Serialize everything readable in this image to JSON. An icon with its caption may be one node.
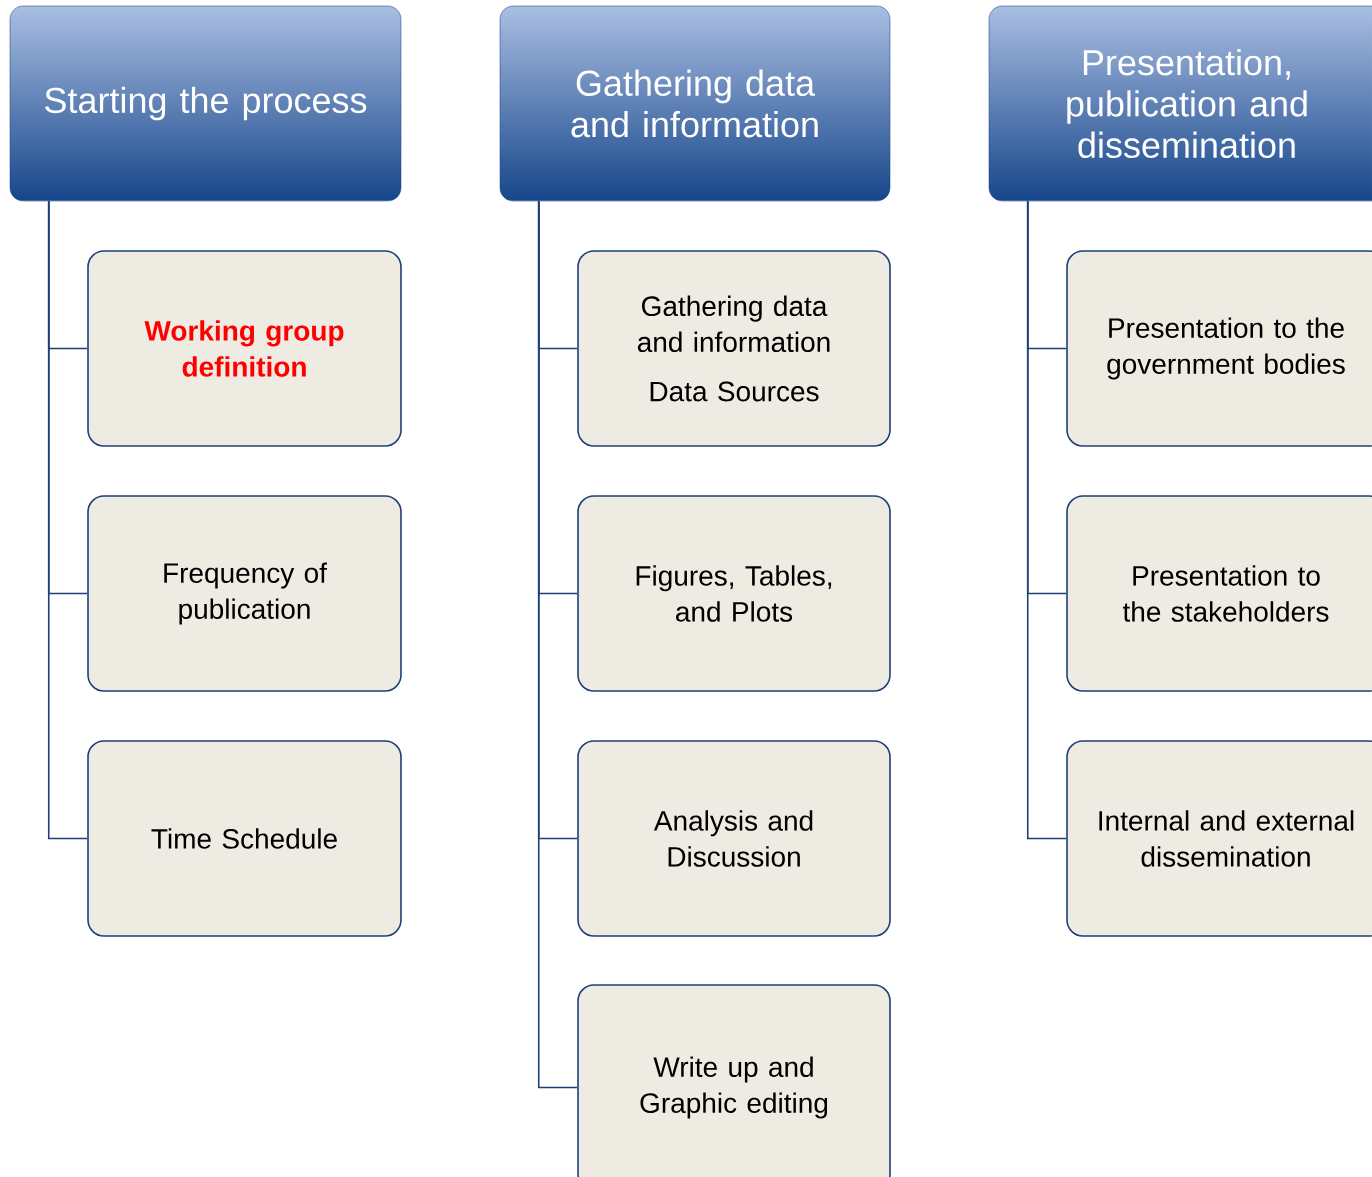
{
  "diagram": {
    "nodes": [
      {
        "text": [
          "Starting the process"
        ]
      },
      {
        "text": [
          "Working group definition"
        ]
      },
      {
        "text": [
          "Frequency of publication"
        ]
      },
      {
        "text": [
          "Time Schedule"
        ]
      },
      {
        "text": [
          "Gathering data and information"
        ]
      },
      {
        "text": [
          "Gathering data and information",
          "Data Sources"
        ]
      },
      {
        "text": [
          "Figures, Tables, and Plots"
        ]
      },
      {
        "text": [
          "Analysis and Discussion"
        ]
      },
      {
        "text": [
          "Write up and Graphic editing"
        ]
      },
      {
        "text": [
          "Presentation, publication and dissemination"
        ]
      },
      {
        "text": [
          "Presentation to the government bodies"
        ]
      },
      {
        "text": [
          "Presentation to the stakeholders"
        ]
      },
      {
        "text": [
          "Internal and external dissemination"
        ]
      }
    ],
    "edges": [
      {
        "from": 0,
        "to": 1,
        "arrow": "none"
      },
      {
        "from": 0,
        "to": 2,
        "arrow": "none"
      },
      {
        "from": 0,
        "to": 3,
        "arrow": "none"
      },
      {
        "from": 4,
        "to": 5,
        "arrow": "none"
      },
      {
        "from": 4,
        "to": 6,
        "arrow": "none"
      },
      {
        "from": 4,
        "to": 7,
        "arrow": "none"
      },
      {
        "from": 4,
        "to": 8,
        "arrow": "none"
      },
      {
        "from": 9,
        "to": 10,
        "arrow": "none"
      },
      {
        "from": 9,
        "to": 11,
        "arrow": "none"
      },
      {
        "from": 9,
        "to": 12,
        "arrow": "none"
      }
    ]
  }
}
